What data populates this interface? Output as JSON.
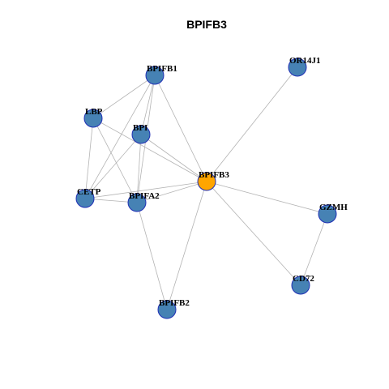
{
  "title": "BPIFB3",
  "colors": {
    "center_node": "#ffa500",
    "neighbor_node": "#4682b4",
    "node_border": "#1f2fb5",
    "edge": "#b3b3b3",
    "background": "#ffffff"
  },
  "nodes": [
    {
      "id": "BPIFB3",
      "label": "BPIFB3",
      "role": "center"
    },
    {
      "id": "BPIFB1",
      "label": "BPIFB1",
      "role": "neighbor"
    },
    {
      "id": "OR14J1",
      "label": "OR14J1",
      "role": "neighbor"
    },
    {
      "id": "LBP",
      "label": "LBP",
      "role": "neighbor"
    },
    {
      "id": "BPI",
      "label": "BPI",
      "role": "neighbor"
    },
    {
      "id": "CETP",
      "label": "CETP",
      "role": "neighbor"
    },
    {
      "id": "BPIFA2",
      "label": "BPIFA2",
      "role": "neighbor"
    },
    {
      "id": "GZMH",
      "label": "GZMH",
      "role": "neighbor"
    },
    {
      "id": "CD72",
      "label": "CD72",
      "role": "neighbor"
    },
    {
      "id": "BPIFB2",
      "label": "BPIFB2",
      "role": "neighbor"
    }
  ],
  "edges": [
    [
      "BPIFB3",
      "BPIFB1"
    ],
    [
      "BPIFB3",
      "OR14J1"
    ],
    [
      "BPIFB3",
      "BPI"
    ],
    [
      "BPIFB3",
      "CETP"
    ],
    [
      "BPIFB3",
      "BPIFA2"
    ],
    [
      "BPIFB3",
      "GZMH"
    ],
    [
      "BPIFB3",
      "CD72"
    ],
    [
      "BPIFB3",
      "BPIFB2"
    ],
    [
      "BPIFB1",
      "LBP"
    ],
    [
      "BPIFB1",
      "BPI"
    ],
    [
      "BPIFB1",
      "BPIFA2"
    ],
    [
      "BPIFB1",
      "CETP"
    ],
    [
      "LBP",
      "BPIFA2"
    ],
    [
      "LBP",
      "CETP"
    ],
    [
      "LBP",
      "BPIFB3"
    ],
    [
      "BPI",
      "CETP"
    ],
    [
      "BPI",
      "BPIFA2"
    ],
    [
      "CETP",
      "BPIFA2"
    ],
    [
      "BPIFA2",
      "BPIFB2"
    ],
    [
      "GZMH",
      "CD72"
    ]
  ]
}
